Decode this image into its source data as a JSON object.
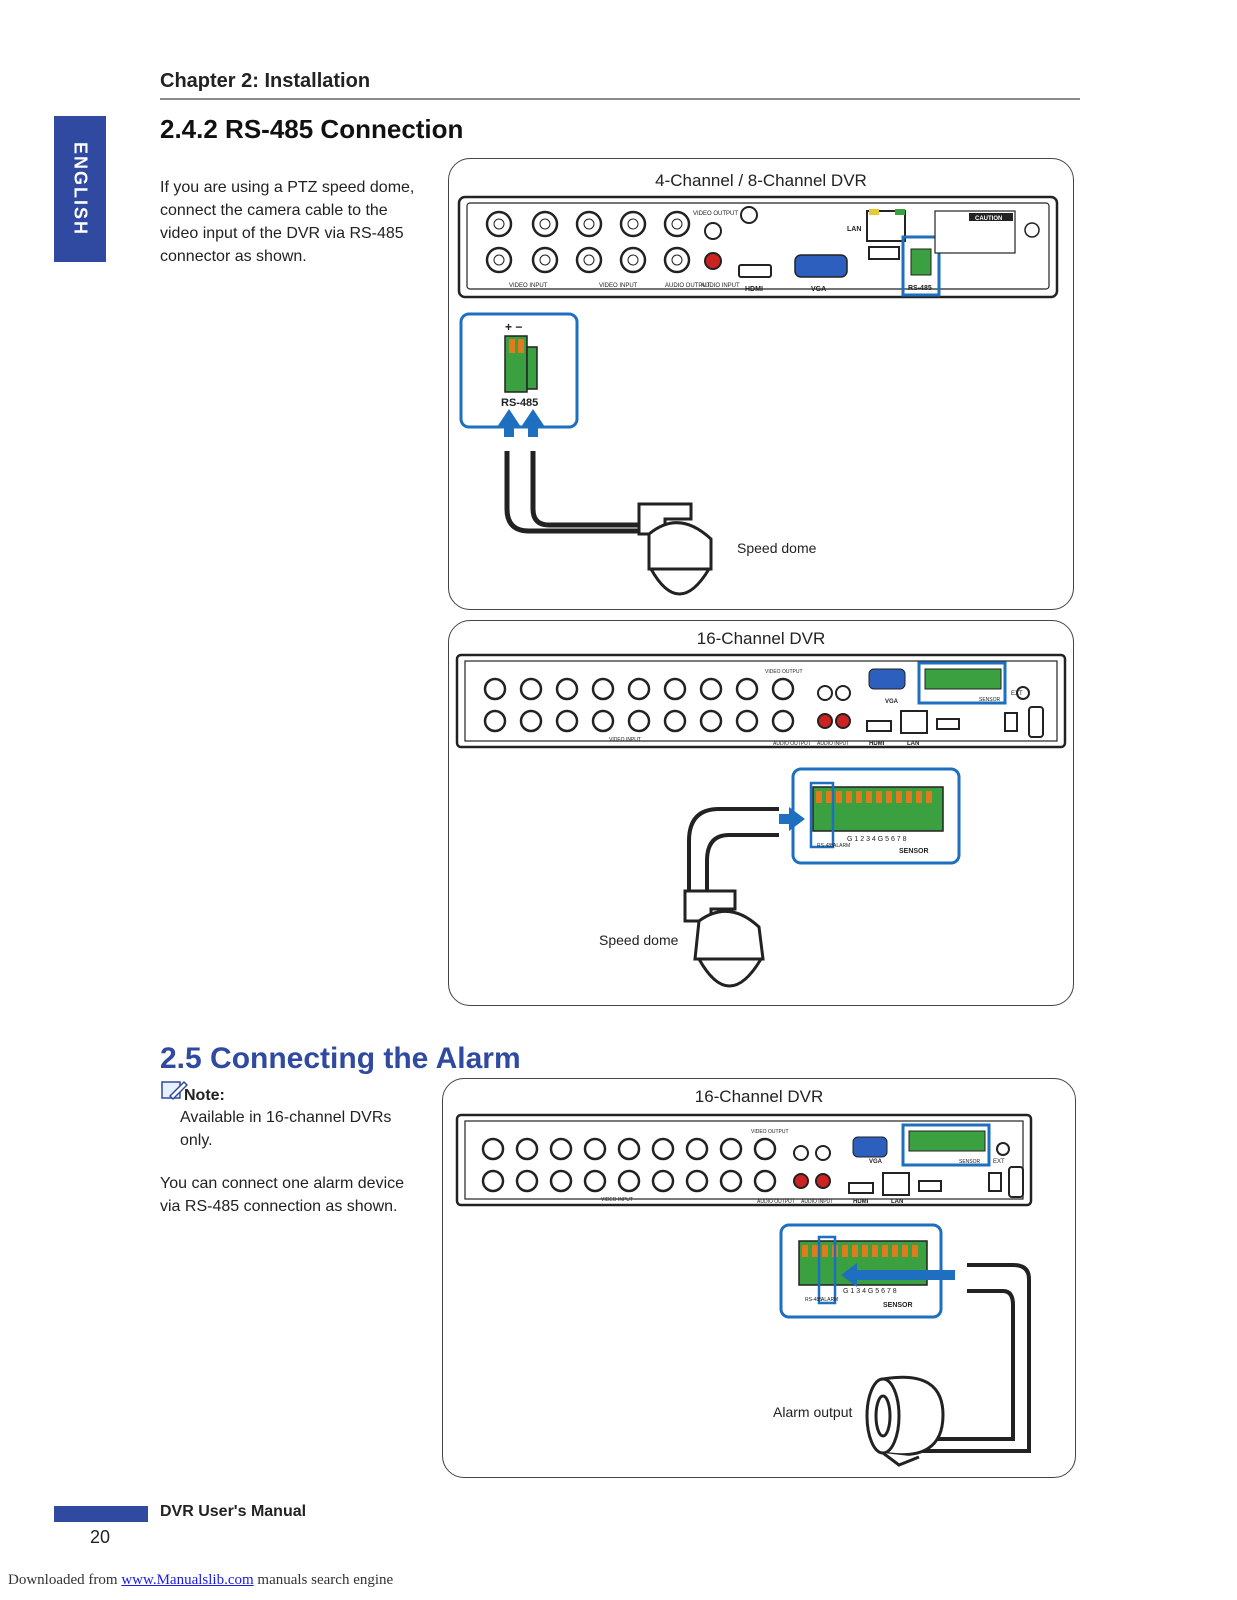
{
  "header": {
    "chapter_title": "Chapter 2: Installation",
    "side_tab": "ENGLISH"
  },
  "section_rs485": {
    "heading": "2.4.2 RS-485 Connection",
    "paragraph": [
      "If you are using a PTZ speed dome,",
      "connect the camera cable to the",
      "video input of the DVR via RS-485",
      "connector as shown."
    ],
    "panel_4_8": {
      "title": "4-Channel / 8-Channel DVR",
      "labels": {
        "video_output": "VIDEO OUTPUT",
        "video_input": "VIDEO INPUT",
        "audio_output": "AUDIO OUTPUT",
        "audio_input": "AUDIO INPUT",
        "hdmi": "HDMI",
        "vga": "VGA",
        "lan": "LAN",
        "rs485": "RS-485",
        "caution": "CAUTION",
        "plus": "+",
        "minus": "−"
      },
      "zoom_label": "RS-485",
      "zoom_polarity": "+ −",
      "caption": "Speed dome"
    },
    "panel_16": {
      "title": "16-Channel DVR",
      "labels": {
        "video_output": "VIDEO OUTPUT",
        "video_input": "VIDEO INPUT",
        "audio_output": "AUDIO OUTPUT",
        "audio_input": "AUDIO INPUT",
        "hdmi": "HDMI",
        "lan": "LAN",
        "vga": "VGA",
        "ext": "EXT",
        "sensor": "SENSOR"
      },
      "zoom_labels": {
        "rs485": "RS-485",
        "alarm": "ALARM",
        "sensor": "SENSOR",
        "pins": "G 1 2 3 4 G 5 6 7 8"
      },
      "caption": "Speed dome"
    }
  },
  "section_alarm": {
    "heading": "2.5 Connecting the Alarm",
    "note_label": "Note:",
    "note_text": [
      "Available in 16-channel DVRs",
      "only."
    ],
    "paragraph": [
      "You can connect one alarm device",
      "via RS-485 connection as shown."
    ],
    "panel": {
      "title": "16-Channel DVR",
      "labels": {
        "video_output": "VIDEO OUTPUT",
        "video_input": "VIDEO INPUT",
        "audio_output": "AUDIO OUTPUT",
        "audio_input": "AUDIO INPUT",
        "hdmi": "HDMI",
        "lan": "LAN",
        "vga": "VGA",
        "ext": "EXT",
        "sensor": "SENSOR"
      },
      "zoom_labels": {
        "rs485": "RS-485",
        "alarm": "ALARM",
        "sensor": "SENSOR",
        "pins": "G 1   3 4 G 5 6 7 8"
      },
      "caption": "Alarm output"
    }
  },
  "footer": {
    "manual_title": "DVR User's Manual",
    "page_number": "20",
    "download_prefix": "Downloaded from ",
    "download_link": "www.Manualslib.com",
    "download_suffix": " manuals search engine"
  },
  "colors": {
    "brand_blue": "#2f4aa0",
    "highlight_blue": "#1e6fc0",
    "terminal_green": "#3aa040",
    "terminal_orange": "#e07a1a",
    "vga_blue": "#2d5fbf",
    "rca_red": "#cc2222"
  }
}
